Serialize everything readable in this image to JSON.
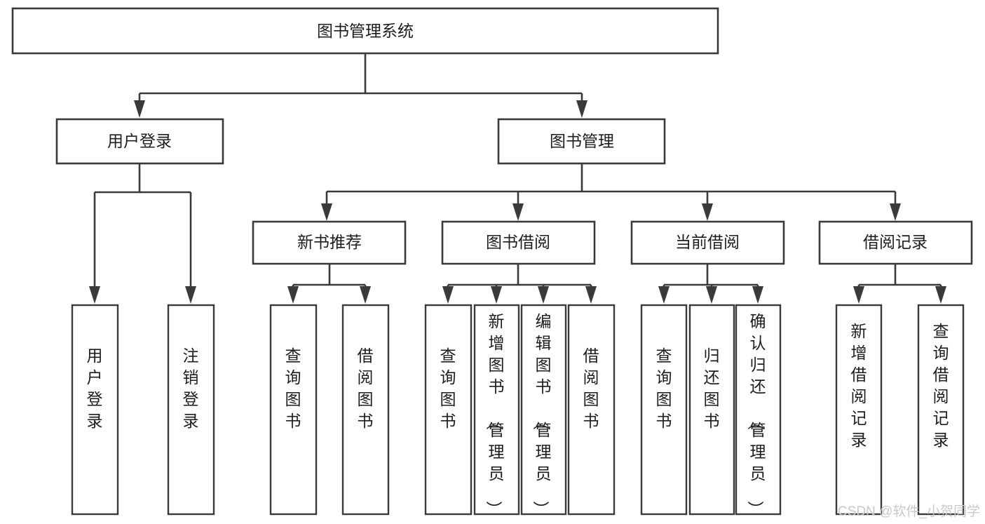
{
  "diagram": {
    "type": "tree-flowchart",
    "title_node": {
      "id": "root",
      "label": "图书管理系统"
    },
    "levels": [
      {
        "level": 1,
        "nodes": [
          {
            "id": "root",
            "label": "图书管理系统",
            "orientation": "horizontal"
          }
        ]
      },
      {
        "level": 2,
        "nodes": [
          {
            "id": "user-login",
            "label": "用户登录",
            "orientation": "horizontal",
            "parent": "root"
          },
          {
            "id": "book-manage",
            "label": "图书管理",
            "orientation": "horizontal",
            "parent": "root"
          }
        ]
      },
      {
        "level": 3,
        "nodes": [
          {
            "id": "new-book-rec",
            "label": "新书推荐",
            "orientation": "horizontal",
            "parent": "book-manage"
          },
          {
            "id": "book-borrow",
            "label": "图书借阅",
            "orientation": "horizontal",
            "parent": "book-manage"
          },
          {
            "id": "current-borrow",
            "label": "当前借阅",
            "orientation": "horizontal",
            "parent": "book-manage"
          },
          {
            "id": "borrow-record",
            "label": "借阅记录",
            "orientation": "horizontal",
            "parent": "book-manage"
          }
        ]
      },
      {
        "level": 4,
        "nodes": [
          {
            "id": "leaf-user-login",
            "label": "用户登录",
            "orientation": "vertical",
            "parent": "user-login"
          },
          {
            "id": "leaf-logout-login",
            "label": "注销登录",
            "orientation": "vertical",
            "parent": "user-login"
          },
          {
            "id": "leaf-query-book-1",
            "label": "查询图书",
            "orientation": "vertical",
            "parent": "new-book-rec"
          },
          {
            "id": "leaf-borrow-book-1",
            "label": "借阅图书",
            "orientation": "vertical",
            "parent": "new-book-rec"
          },
          {
            "id": "leaf-query-book-2",
            "label": "查询图书",
            "orientation": "vertical",
            "parent": "book-borrow"
          },
          {
            "id": "leaf-add-book",
            "label": "新增图书（管理员）",
            "orientation": "vertical",
            "parent": "book-borrow"
          },
          {
            "id": "leaf-edit-book",
            "label": "编辑图书（管理员）",
            "orientation": "vertical",
            "parent": "book-borrow"
          },
          {
            "id": "leaf-borrow-book-2",
            "label": "借阅图书",
            "orientation": "vertical",
            "parent": "book-borrow"
          },
          {
            "id": "leaf-query-book-3",
            "label": "查询图书",
            "orientation": "vertical",
            "parent": "current-borrow"
          },
          {
            "id": "leaf-return-book",
            "label": "归还图书",
            "orientation": "vertical",
            "parent": "current-borrow"
          },
          {
            "id": "leaf-confirm-return",
            "label": "确认归还（管理员）",
            "orientation": "vertical",
            "parent": "current-borrow"
          },
          {
            "id": "leaf-add-record",
            "label": "新增借阅记录",
            "orientation": "vertical",
            "parent": "borrow-record"
          },
          {
            "id": "leaf-query-record",
            "label": "查询借阅记录",
            "orientation": "vertical",
            "parent": "borrow-record"
          }
        ]
      }
    ],
    "colors": {
      "stroke": "#3a3a3a",
      "fill": "#ffffff",
      "text": "#1d1d1d",
      "watermark": "#c9c9c9",
      "background": "#ffffff"
    }
  },
  "watermark": {
    "text": "CSDN @软件_小贺同学"
  }
}
